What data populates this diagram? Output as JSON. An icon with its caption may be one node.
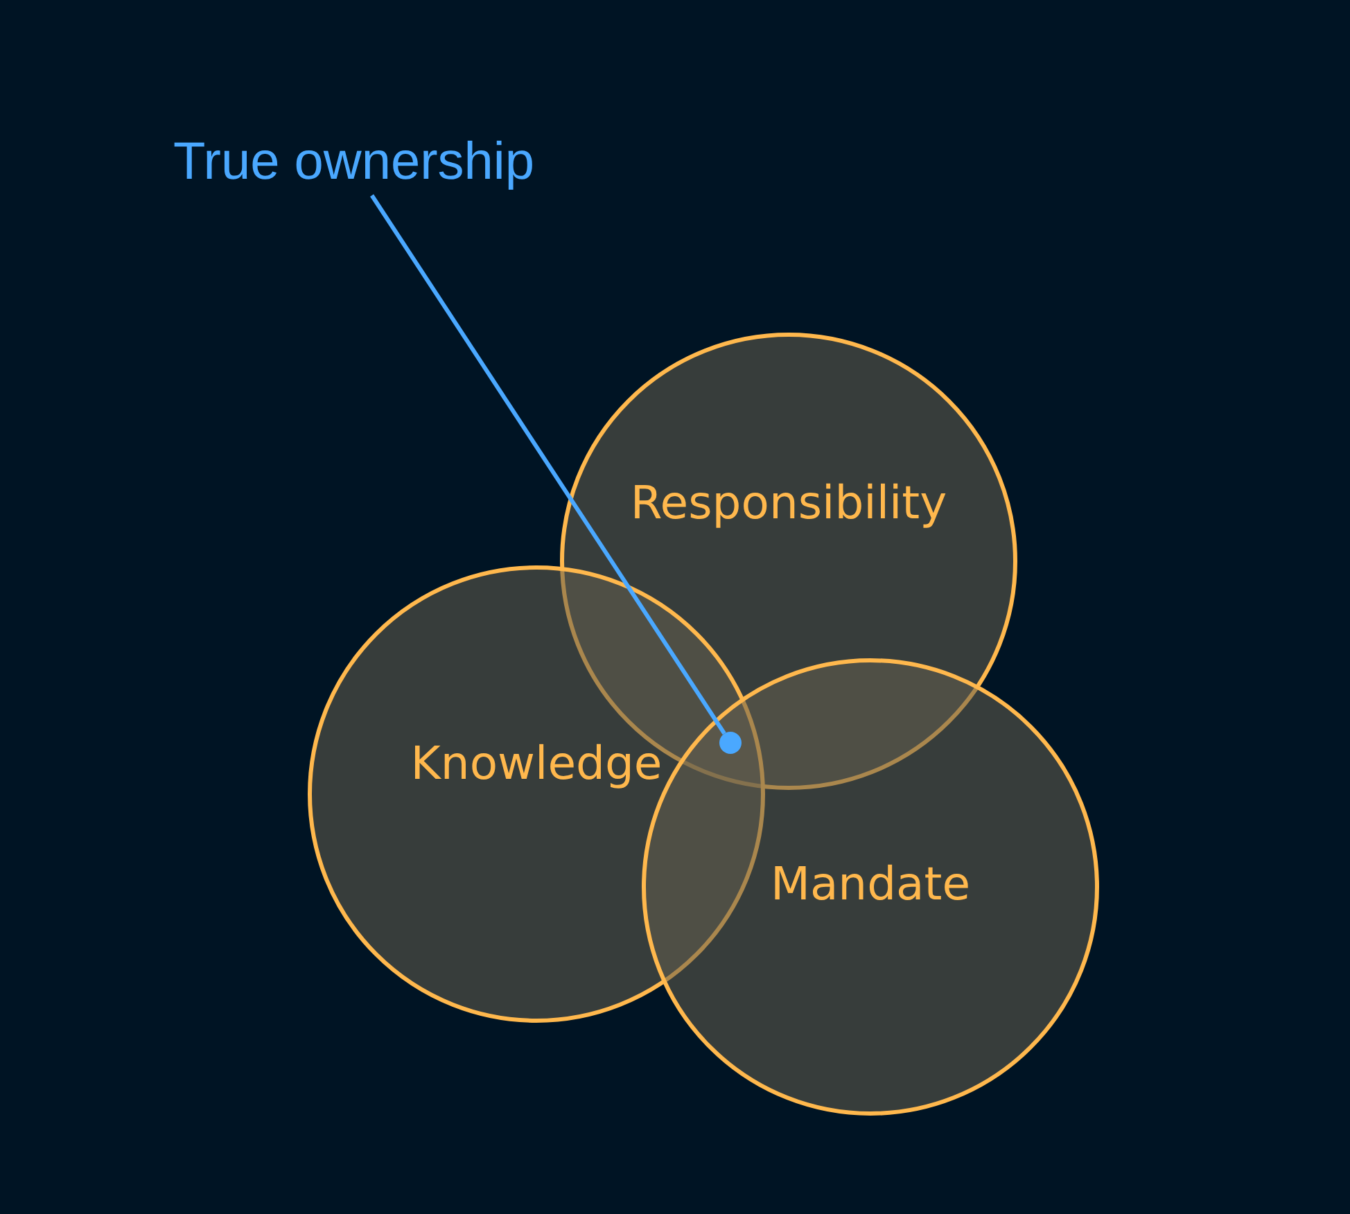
{
  "diagram": {
    "nodes": [
      {
        "text": [
          "True ownership"
        ]
      },
      {
        "text": [
          "Responsibility"
        ]
      },
      {
        "text": [
          "Knowledge"
        ]
      },
      {
        "text": [
          "Mandate"
        ]
      },
      {
        "text": [],
        "shape": "circle"
      }
    ],
    "edges": [
      {
        "from": 0,
        "to": 4,
        "arrow": "none"
      }
    ]
  }
}
